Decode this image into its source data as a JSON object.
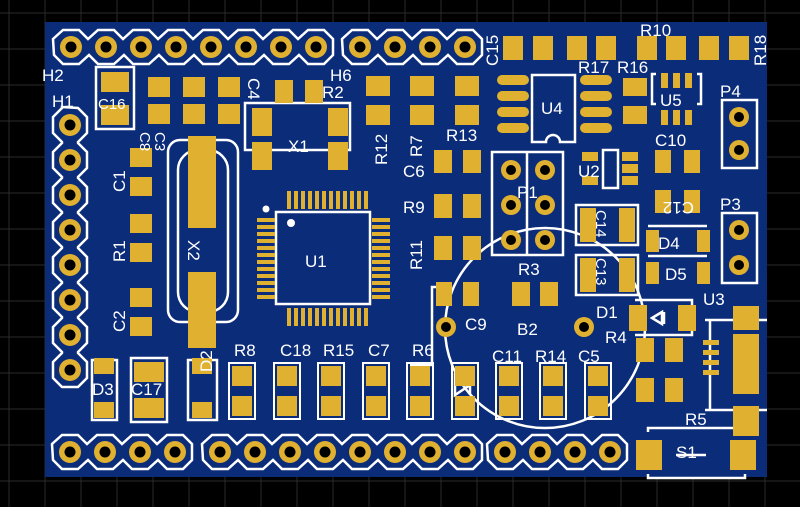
{
  "colors": {
    "board": "#0b2c78",
    "pad": "#e0b030",
    "silk": "#ffffff",
    "background": "#000000"
  },
  "labels": {
    "H2": "H2",
    "H1": "H1",
    "H6": "H6",
    "C16": "C16",
    "C8": "C8",
    "C3": "C3",
    "C4": "C4",
    "R2": "R2",
    "X1": "X1",
    "R12": "R12",
    "R7": "R7",
    "R13": "R13",
    "C6": "C6",
    "R9": "R9",
    "R11": "R11",
    "C15": "C15",
    "U4": "U4",
    "R17": "R17",
    "R16": "R16",
    "U5": "U5",
    "R10": "R10",
    "R18": "R18",
    "P4": "P4",
    "C10": "C10",
    "U2": "U2",
    "P1": "P1",
    "C12": "C12",
    "C14": "C14",
    "D4": "D4",
    "P3": "P3",
    "R3": "R3",
    "C13": "C13",
    "D5": "D5",
    "U1": "U1",
    "X2": "X2",
    "C1": "C1",
    "R1": "R1",
    "C2": "C2",
    "D3": "D3",
    "C17": "C17",
    "D2": "D2",
    "R8": "R8",
    "C18": "C18",
    "R15": "R15",
    "C7": "C7",
    "R6": "R6",
    "C9": "C9",
    "B2": "B2",
    "C11": "C11",
    "R14": "R14",
    "C5": "C5",
    "D1": "D1",
    "R4": "R4",
    "U3": "U3",
    "R5": "R5",
    "S1": "S1"
  }
}
